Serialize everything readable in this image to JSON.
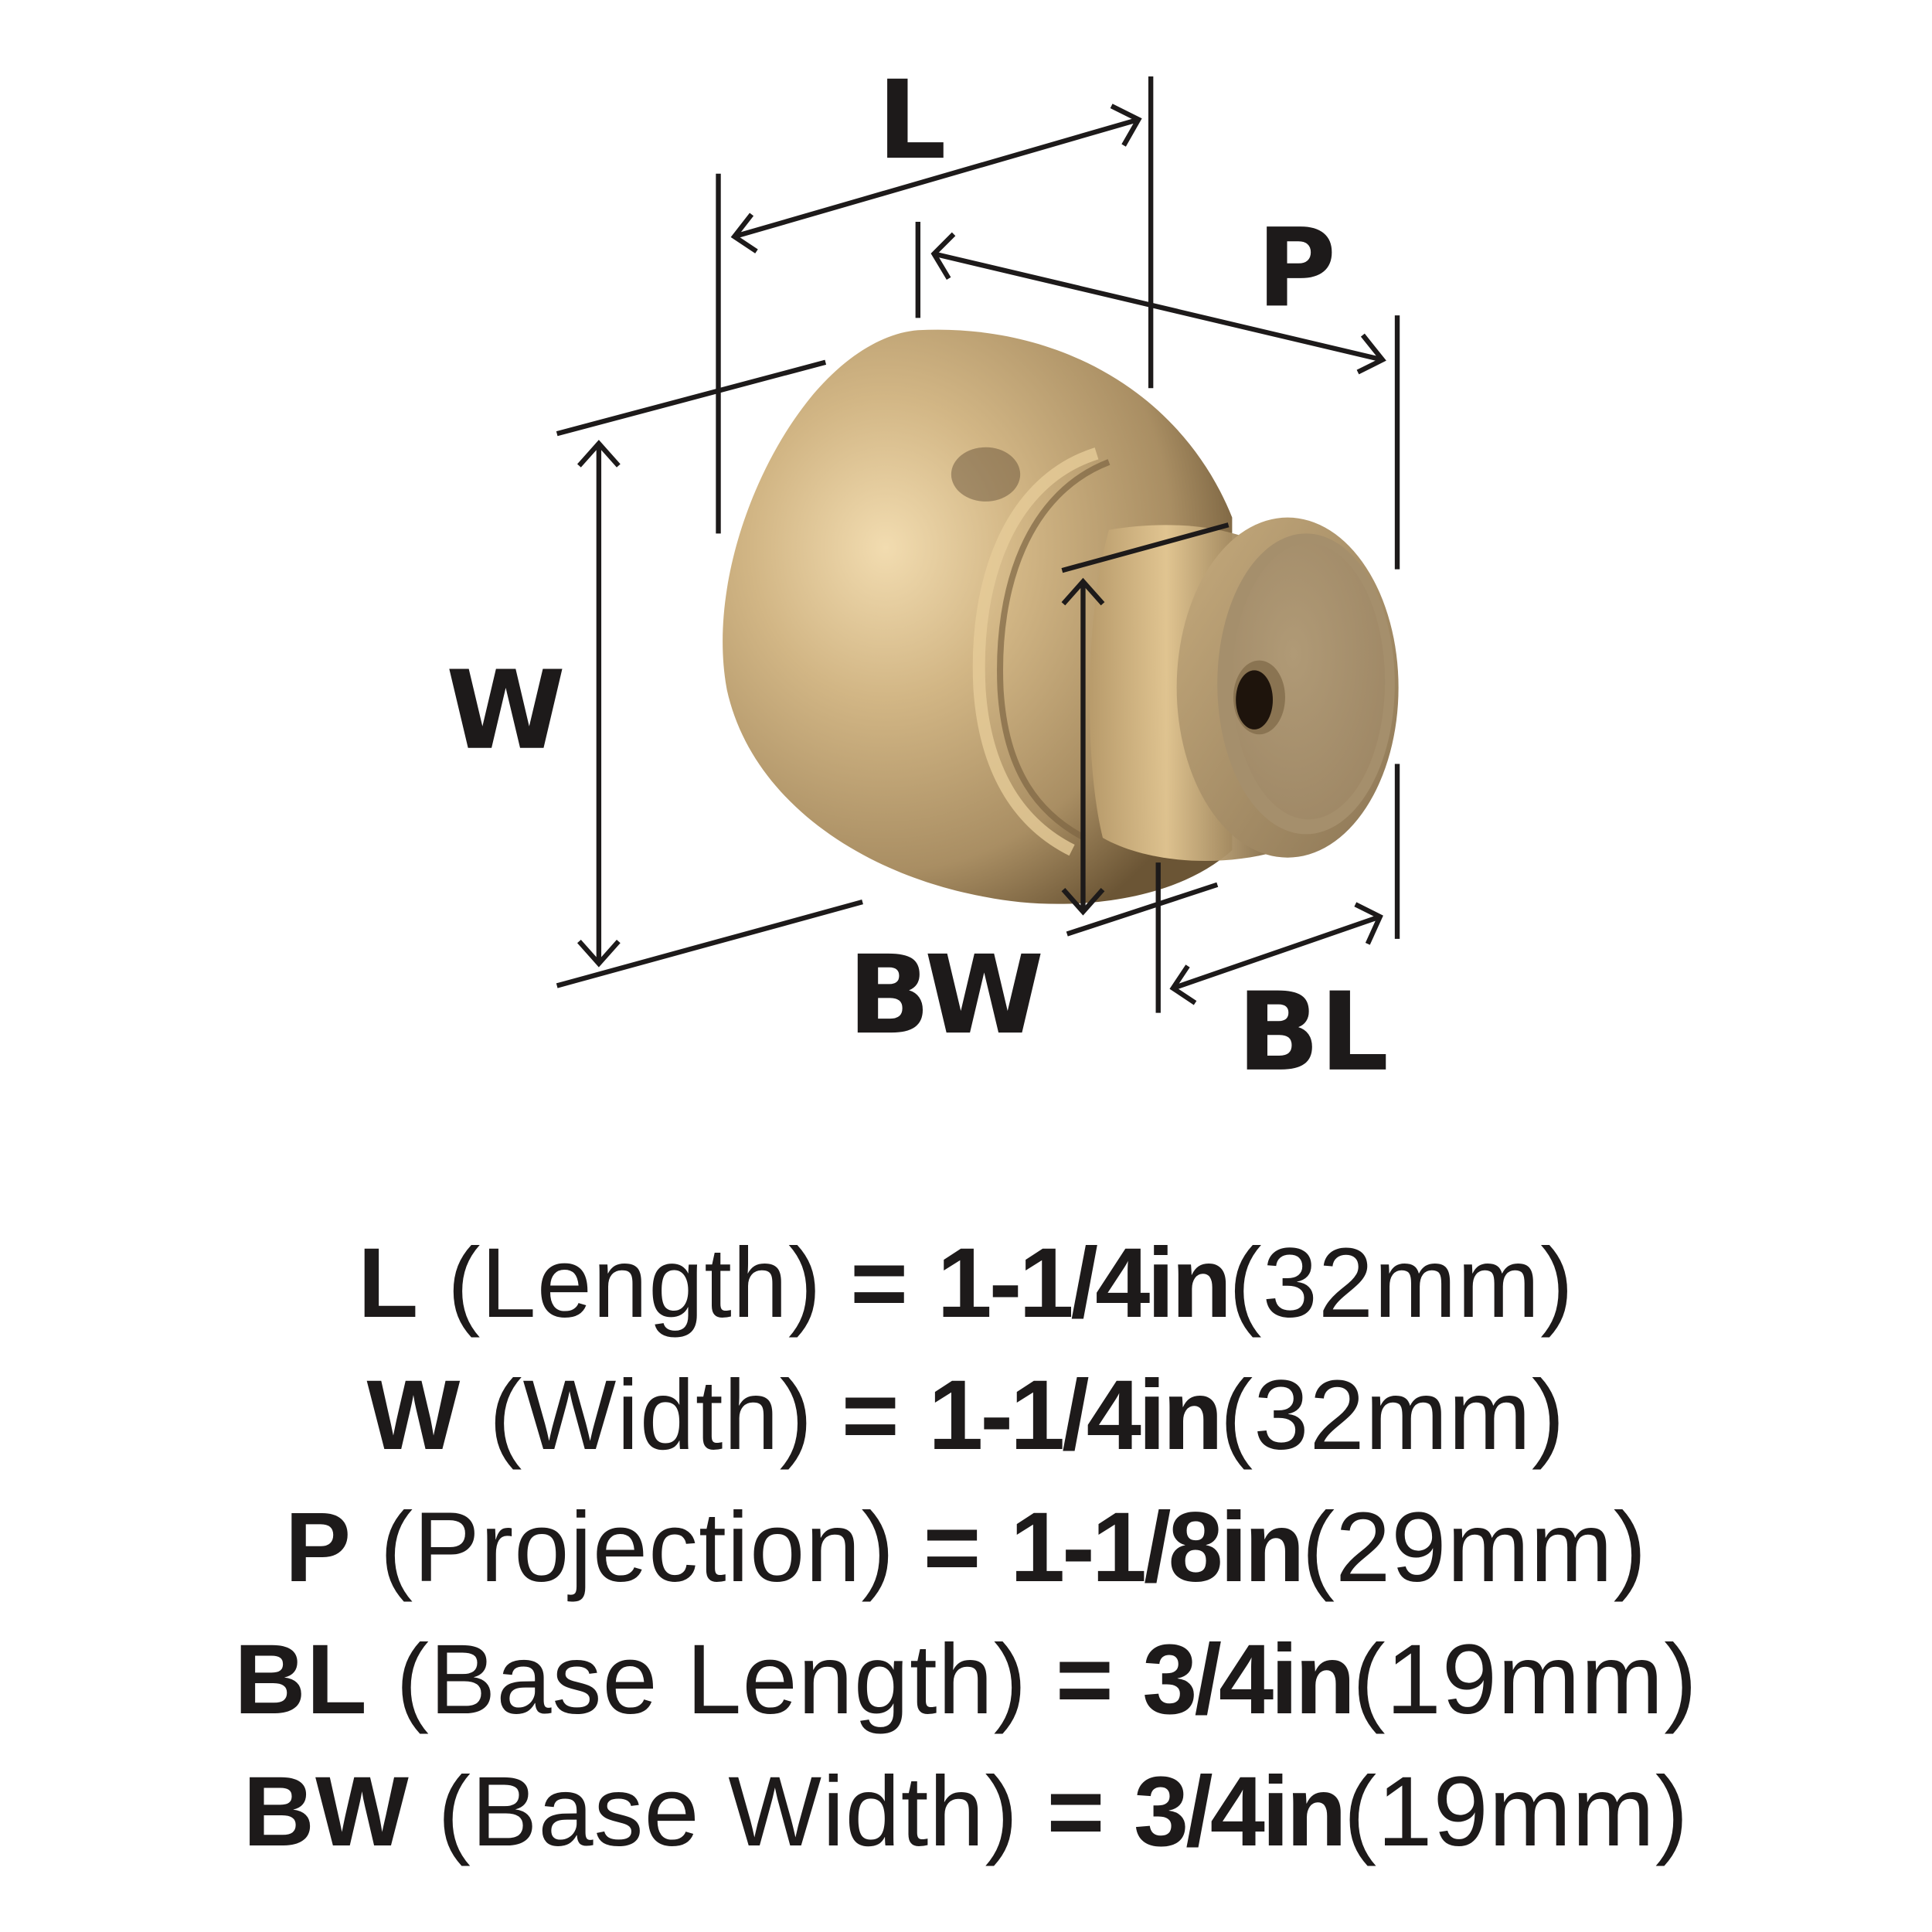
{
  "diagram": {
    "subject": "cabinet knob",
    "finish_colors": {
      "highlight": "#ecd4a6",
      "mid": "#c3a777",
      "shadow": "#6b5535",
      "base_face": "#a8926f",
      "base_rim": "#8c7655",
      "hole": "#1e140c"
    },
    "line_color": "#1d1a1a",
    "labels": {
      "length": "L",
      "projection": "P",
      "width": "W",
      "base_width": "BW",
      "base_length": "BL"
    }
  },
  "specs": [
    {
      "code": "L",
      "name": "(Length)",
      "equals": "=",
      "imperial": "1-1/4in",
      "metric": "(32mm)"
    },
    {
      "code": "W",
      "name": "(Width)",
      "equals": "=",
      "imperial": "1-1/4in",
      "metric": "(32mm)"
    },
    {
      "code": "P",
      "name": "(Projection)",
      "equals": "=",
      "imperial": "1-1/8in",
      "metric": "(29mm)"
    },
    {
      "code": "BL",
      "name": "(Base Length)",
      "equals": "=",
      "imperial": "3/4in",
      "metric": "(19mm)"
    },
    {
      "code": "BW",
      "name": "(Base Width)",
      "equals": "=",
      "imperial": "3/4in",
      "metric": "(19mm)"
    }
  ]
}
